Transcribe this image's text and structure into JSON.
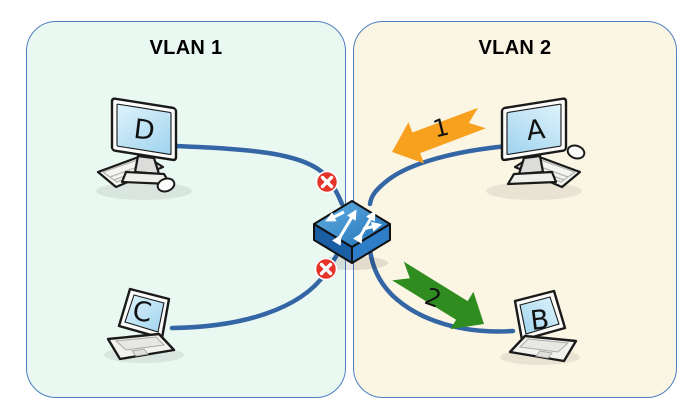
{
  "zones": [
    {
      "id": "vlan1",
      "label": "VLAN 1",
      "fill": "#EAF8F2"
    },
    {
      "id": "vlan2",
      "label": "VLAN 2",
      "fill": "#FBF5E4"
    }
  ],
  "devices": [
    {
      "label": "D",
      "type": "desktop-computer",
      "zone": "VLAN 1"
    },
    {
      "label": "C",
      "type": "laptop",
      "zone": "VLAN 1"
    },
    {
      "label": "A",
      "type": "desktop-computer",
      "zone": "VLAN 2"
    },
    {
      "label": "B",
      "type": "laptop",
      "zone": "VLAN 2"
    }
  ],
  "switch": {
    "type": "network-switch",
    "color": "#2273BD"
  },
  "links": [
    {
      "from": "D",
      "to": "switch",
      "status": "blocked"
    },
    {
      "from": "C",
      "to": "switch",
      "status": "blocked"
    },
    {
      "from": "A",
      "to": "switch",
      "status": "connected"
    },
    {
      "from": "B",
      "to": "switch",
      "status": "connected"
    }
  ],
  "flows": [
    {
      "label": "1",
      "color": "#F7A11E",
      "from": "A",
      "to": "switch"
    },
    {
      "label": "2",
      "color": "#2F8C1F",
      "from": "switch",
      "to": "B"
    }
  ],
  "colors": {
    "zone_border": "#4E7FC0",
    "link_line": "#3465A4",
    "blocked_badge": "#E5332A",
    "screen_blue": "#BCE2F5",
    "background": "#FFFFFF"
  }
}
